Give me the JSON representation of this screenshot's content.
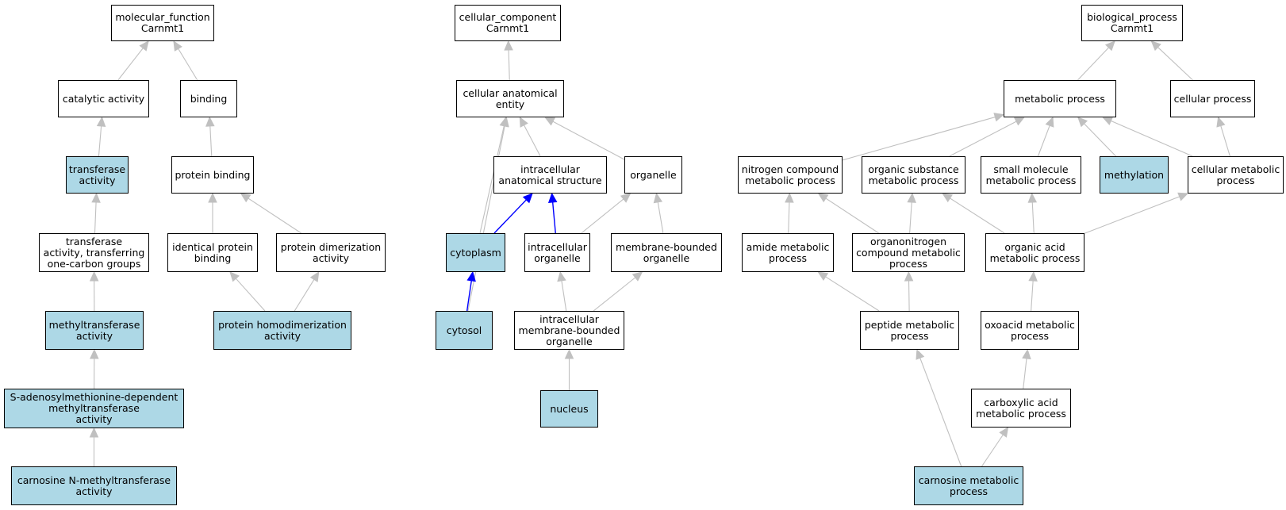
{
  "colors": {
    "highlight_fill": "#add8e6",
    "edge_default": "#c0c0c0",
    "edge_highlight": "#0000ff",
    "border": "#000000"
  },
  "nodes": {
    "mf_root": {
      "label": "molecular_function\nCarnmt1",
      "highlighted": false
    },
    "catalytic": {
      "label": "catalytic activity",
      "highlighted": false
    },
    "binding": {
      "label": "binding",
      "highlighted": false
    },
    "transferase": {
      "label": "transferase\nactivity",
      "highlighted": true
    },
    "protein_binding": {
      "label": "protein binding",
      "highlighted": false
    },
    "transferase_onecarbon": {
      "label": "transferase\nactivity, transferring\none-carbon groups",
      "highlighted": false
    },
    "identical_protein": {
      "label": "identical protein\nbinding",
      "highlighted": false
    },
    "protein_dimer": {
      "label": "protein dimerization\nactivity",
      "highlighted": false
    },
    "methyltransferase": {
      "label": "methyltransferase\nactivity",
      "highlighted": true
    },
    "protein_homodimer": {
      "label": "protein homodimerization\nactivity",
      "highlighted": true
    },
    "sam_mt": {
      "label": "S-adenosylmethionine-dependent\nmethyltransferase\nactivity",
      "highlighted": true
    },
    "carnosine_nmt": {
      "label": "carnosine N-methyltransferase\nactivity",
      "highlighted": true
    },
    "cc_root": {
      "label": "cellular_component\nCarnmt1",
      "highlighted": false
    },
    "cae": {
      "label": "cellular anatomical\nentity",
      "highlighted": false
    },
    "ias": {
      "label": "intracellular\nanatomical structure",
      "highlighted": false
    },
    "organelle": {
      "label": "organelle",
      "highlighted": false
    },
    "cytoplasm": {
      "label": "cytoplasm",
      "highlighted": true
    },
    "intra_organelle": {
      "label": "intracellular\norganelle",
      "highlighted": false
    },
    "mb_organelle": {
      "label": "membrane-bounded\norganelle",
      "highlighted": false
    },
    "cytosol": {
      "label": "cytosol",
      "highlighted": true
    },
    "imbo": {
      "label": "intracellular\nmembrane-bounded\norganelle",
      "highlighted": false
    },
    "nucleus": {
      "label": "nucleus",
      "highlighted": true
    },
    "bp_root": {
      "label": "biological_process\nCarnmt1",
      "highlighted": false
    },
    "metabolic": {
      "label": "metabolic process",
      "highlighted": false
    },
    "cellular_process": {
      "label": "cellular process",
      "highlighted": false
    },
    "nitrogen": {
      "label": "nitrogen compound\nmetabolic process",
      "highlighted": false
    },
    "organic_substance": {
      "label": "organic substance\nmetabolic process",
      "highlighted": false
    },
    "small_molecule": {
      "label": "small molecule\nmetabolic process",
      "highlighted": false
    },
    "methylation": {
      "label": "methylation",
      "highlighted": true
    },
    "cellular_metabolic": {
      "label": "cellular metabolic\nprocess",
      "highlighted": false
    },
    "amide": {
      "label": "amide metabolic\nprocess",
      "highlighted": false
    },
    "organonitrogen": {
      "label": "organonitrogen\ncompound metabolic\nprocess",
      "highlighted": false
    },
    "organic_acid": {
      "label": "organic acid\nmetabolic process",
      "highlighted": false
    },
    "peptide": {
      "label": "peptide metabolic\nprocess",
      "highlighted": false
    },
    "oxoacid": {
      "label": "oxoacid metabolic\nprocess",
      "highlighted": false
    },
    "carboxylic": {
      "label": "carboxylic acid\nmetabolic process",
      "highlighted": false
    },
    "carnosine_metabolic": {
      "label": "carnosine metabolic\nprocess",
      "highlighted": true
    }
  },
  "edges": [
    {
      "from": "catalytic",
      "to": "mf_root",
      "highlighted": false
    },
    {
      "from": "binding",
      "to": "mf_root",
      "highlighted": false
    },
    {
      "from": "transferase",
      "to": "catalytic",
      "highlighted": false
    },
    {
      "from": "protein_binding",
      "to": "binding",
      "highlighted": false
    },
    {
      "from": "transferase_onecarbon",
      "to": "transferase",
      "highlighted": false
    },
    {
      "from": "identical_protein",
      "to": "protein_binding",
      "highlighted": false
    },
    {
      "from": "protein_dimer",
      "to": "protein_binding",
      "highlighted": false
    },
    {
      "from": "methyltransferase",
      "to": "transferase_onecarbon",
      "highlighted": false
    },
    {
      "from": "protein_homodimer",
      "to": "identical_protein",
      "highlighted": false
    },
    {
      "from": "protein_homodimer",
      "to": "protein_dimer",
      "highlighted": false
    },
    {
      "from": "sam_mt",
      "to": "methyltransferase",
      "highlighted": false
    },
    {
      "from": "carnosine_nmt",
      "to": "sam_mt",
      "highlighted": false
    },
    {
      "from": "cae",
      "to": "cc_root",
      "highlighted": false
    },
    {
      "from": "ias",
      "to": "cae",
      "highlighted": false
    },
    {
      "from": "organelle",
      "to": "cae",
      "highlighted": false
    },
    {
      "from": "cytoplasm",
      "to": "cae",
      "highlighted": false
    },
    {
      "from": "cytosol",
      "to": "cae",
      "highlighted": false
    },
    {
      "from": "cytoplasm",
      "to": "ias",
      "highlighted": true
    },
    {
      "from": "intra_organelle",
      "to": "ias",
      "highlighted": true
    },
    {
      "from": "intra_organelle",
      "to": "organelle",
      "highlighted": false
    },
    {
      "from": "mb_organelle",
      "to": "organelle",
      "highlighted": false
    },
    {
      "from": "cytosol",
      "to": "cytoplasm",
      "highlighted": true
    },
    {
      "from": "imbo",
      "to": "intra_organelle",
      "highlighted": false
    },
    {
      "from": "imbo",
      "to": "mb_organelle",
      "highlighted": false
    },
    {
      "from": "nucleus",
      "to": "imbo",
      "highlighted": false
    },
    {
      "from": "metabolic",
      "to": "bp_root",
      "highlighted": false
    },
    {
      "from": "cellular_process",
      "to": "bp_root",
      "highlighted": false
    },
    {
      "from": "nitrogen",
      "to": "metabolic",
      "highlighted": false
    },
    {
      "from": "organic_substance",
      "to": "metabolic",
      "highlighted": false
    },
    {
      "from": "small_molecule",
      "to": "metabolic",
      "highlighted": false
    },
    {
      "from": "methylation",
      "to": "metabolic",
      "highlighted": false
    },
    {
      "from": "cellular_metabolic",
      "to": "metabolic",
      "highlighted": false
    },
    {
      "from": "cellular_metabolic",
      "to": "cellular_process",
      "highlighted": false
    },
    {
      "from": "amide",
      "to": "nitrogen",
      "highlighted": false
    },
    {
      "from": "organonitrogen",
      "to": "nitrogen",
      "highlighted": false
    },
    {
      "from": "organonitrogen",
      "to": "organic_substance",
      "highlighted": false
    },
    {
      "from": "organic_acid",
      "to": "organic_substance",
      "highlighted": false
    },
    {
      "from": "organic_acid",
      "to": "small_molecule",
      "highlighted": false
    },
    {
      "from": "organic_acid",
      "to": "cellular_metabolic",
      "highlighted": false
    },
    {
      "from": "peptide",
      "to": "amide",
      "highlighted": false
    },
    {
      "from": "peptide",
      "to": "organonitrogen",
      "highlighted": false
    },
    {
      "from": "oxoacid",
      "to": "organic_acid",
      "highlighted": false
    },
    {
      "from": "carboxylic",
      "to": "oxoacid",
      "highlighted": false
    },
    {
      "from": "carnosine_metabolic",
      "to": "carboxylic",
      "highlighted": false
    },
    {
      "from": "carnosine_metabolic",
      "to": "peptide",
      "highlighted": false
    }
  ]
}
